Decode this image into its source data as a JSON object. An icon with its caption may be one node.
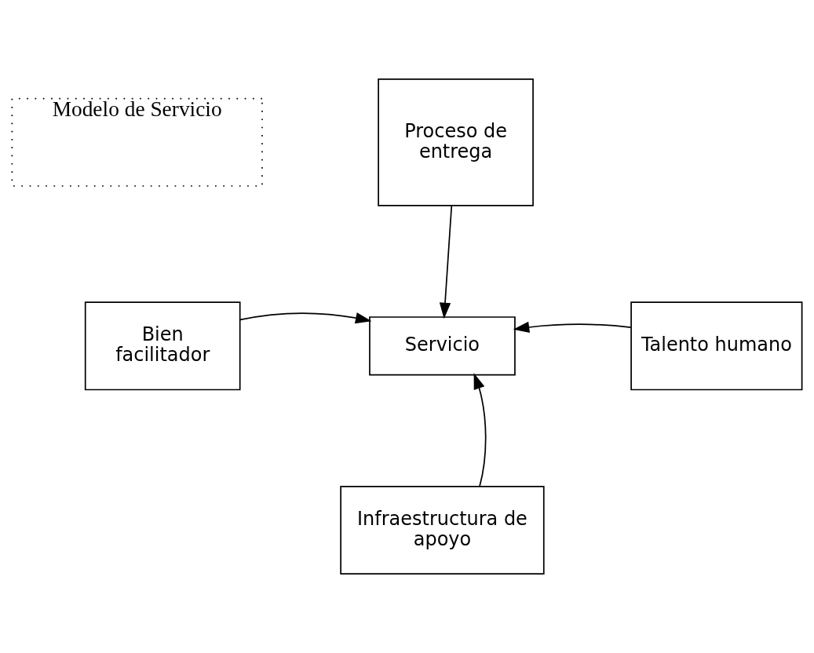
{
  "diagram": {
    "nodes": [
      {
        "text": [
          "Modelo de Servicio"
        ]
      },
      {
        "text": [
          "Proceso de entrega"
        ]
      },
      {
        "text": [
          "Bien facilitador"
        ]
      },
      {
        "text": [
          "Servicio"
        ]
      },
      {
        "text": [
          "Talento humano"
        ]
      },
      {
        "text": [
          "Infraestructura de apoyo"
        ]
      }
    ],
    "edges": [
      {
        "from": 1,
        "to": 3,
        "arrow": "to"
      },
      {
        "from": 2,
        "to": 3,
        "arrow": "to"
      },
      {
        "from": 4,
        "to": 3,
        "arrow": "to"
      },
      {
        "from": 5,
        "to": 3,
        "arrow": "to"
      }
    ]
  }
}
